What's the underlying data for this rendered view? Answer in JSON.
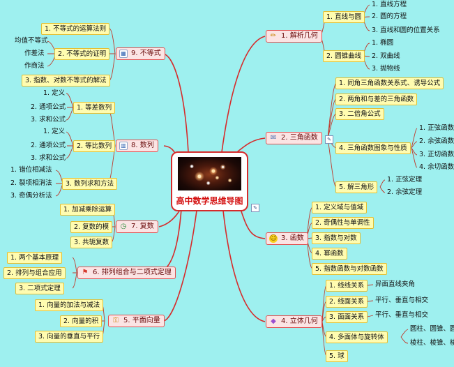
{
  "center": {
    "title": "高中数学思维导图",
    "image": "starfield-galaxy-photo"
  },
  "branches": {
    "b1": {
      "label": "1. 解析几何",
      "icon": "pencil-icon"
    },
    "b2": {
      "label": "2. 三角函数",
      "icon": "envelope-icon"
    },
    "b3": {
      "label": "3. 函数",
      "icon": "smiley-icon"
    },
    "b4": {
      "label": "4. 立体几何",
      "icon": "gem-icon"
    },
    "b5": {
      "label": "5. 平面向量",
      "icon": "key-icon"
    },
    "b6": {
      "label": "6. 排列组合与二项式定理",
      "icon": "flag-icon"
    },
    "b7": {
      "label": "7. 复数",
      "icon": "clock-icon"
    },
    "b8": {
      "label": "8. 数列",
      "icon": "chart-icon"
    },
    "b9": {
      "label": "9. 不等式",
      "icon": "calendar-icon"
    }
  },
  "b1": {
    "s1": "1. 直线与圆",
    "s1_items": [
      "1. 直线方程",
      "2. 圆的方程",
      "3. 直线和圆的位置关系"
    ],
    "s2": "2. 圆锥曲线",
    "s2_items": [
      "1. 椭圆",
      "2. 双曲线",
      "3. 抛物线"
    ]
  },
  "b2": {
    "s1": "1. 同角三角函数关系式、诱导公式",
    "s2": "2. 两角和与差的三角函数",
    "s3": "3. 二倍角公式",
    "s4": "4. 三角函数图象与性质",
    "s4_items": [
      "1. 正弦函数",
      "2. 余弦函数",
      "3. 正切函数",
      "4. 余切函数"
    ],
    "s5": "5. 解三角形",
    "s5_items": [
      "1. 正弦定理",
      "2. 余弦定理"
    ]
  },
  "b3": {
    "items": [
      "1. 定义域与值域",
      "2. 奇偶性与单调性",
      "3. 指数与对数",
      "4. 幂函数",
      "5. 指数函数与对数函数"
    ]
  },
  "b4": {
    "s1": "1. 线线关系",
    "s1_item": "异面直线夹角",
    "s2": "2. 线面关系",
    "s2_item": "平行、垂直与相交",
    "s3": "3. 面面关系",
    "s3_item": "平行、垂直与相交",
    "s4": "4. 多面体与旋转体",
    "s4_items": [
      "圆柱、圆锥、圆台",
      "棱柱、棱锥、棱台"
    ],
    "s5": "5. 球"
  },
  "b5": {
    "items": [
      "1. 向量的加法与减法",
      "2. 向量的积",
      "3. 向量的垂直与平行"
    ]
  },
  "b6": {
    "items": [
      "1. 两个基本原理",
      "2. 排列与组合应用",
      "3. 二项式定理"
    ]
  },
  "b7": {
    "items": [
      "1. 加减乘除运算",
      "2. 复数的模",
      "3. 共轭复数"
    ]
  },
  "b8": {
    "s1": "1. 等差数列",
    "s1_items": [
      "1. 定义",
      "2. 通项公式",
      "3. 求和公式"
    ],
    "s2": "2. 等比数列",
    "s2_items": [
      "1. 定义",
      "2. 通项公式",
      "3. 求和公式"
    ],
    "s3": "3. 数列求和方法",
    "s3_items": [
      "1. 错位相减法",
      "2. 裂项相消法",
      "3. 奇偶分析法"
    ]
  },
  "b9": {
    "s1": "1. 不等式的运算法则",
    "s2": "2. 不等式的证明",
    "s2_items": [
      "均值不等式",
      "作差法",
      "作商法"
    ],
    "s3": "3. 指数、对数不等式的解法"
  },
  "colors": {
    "background": "#9ef0ef",
    "branch_line": "#d62b2b",
    "sub_line": "#c0392b",
    "box_fill": "#fffcb0",
    "box_border": "#e2bf35"
  }
}
